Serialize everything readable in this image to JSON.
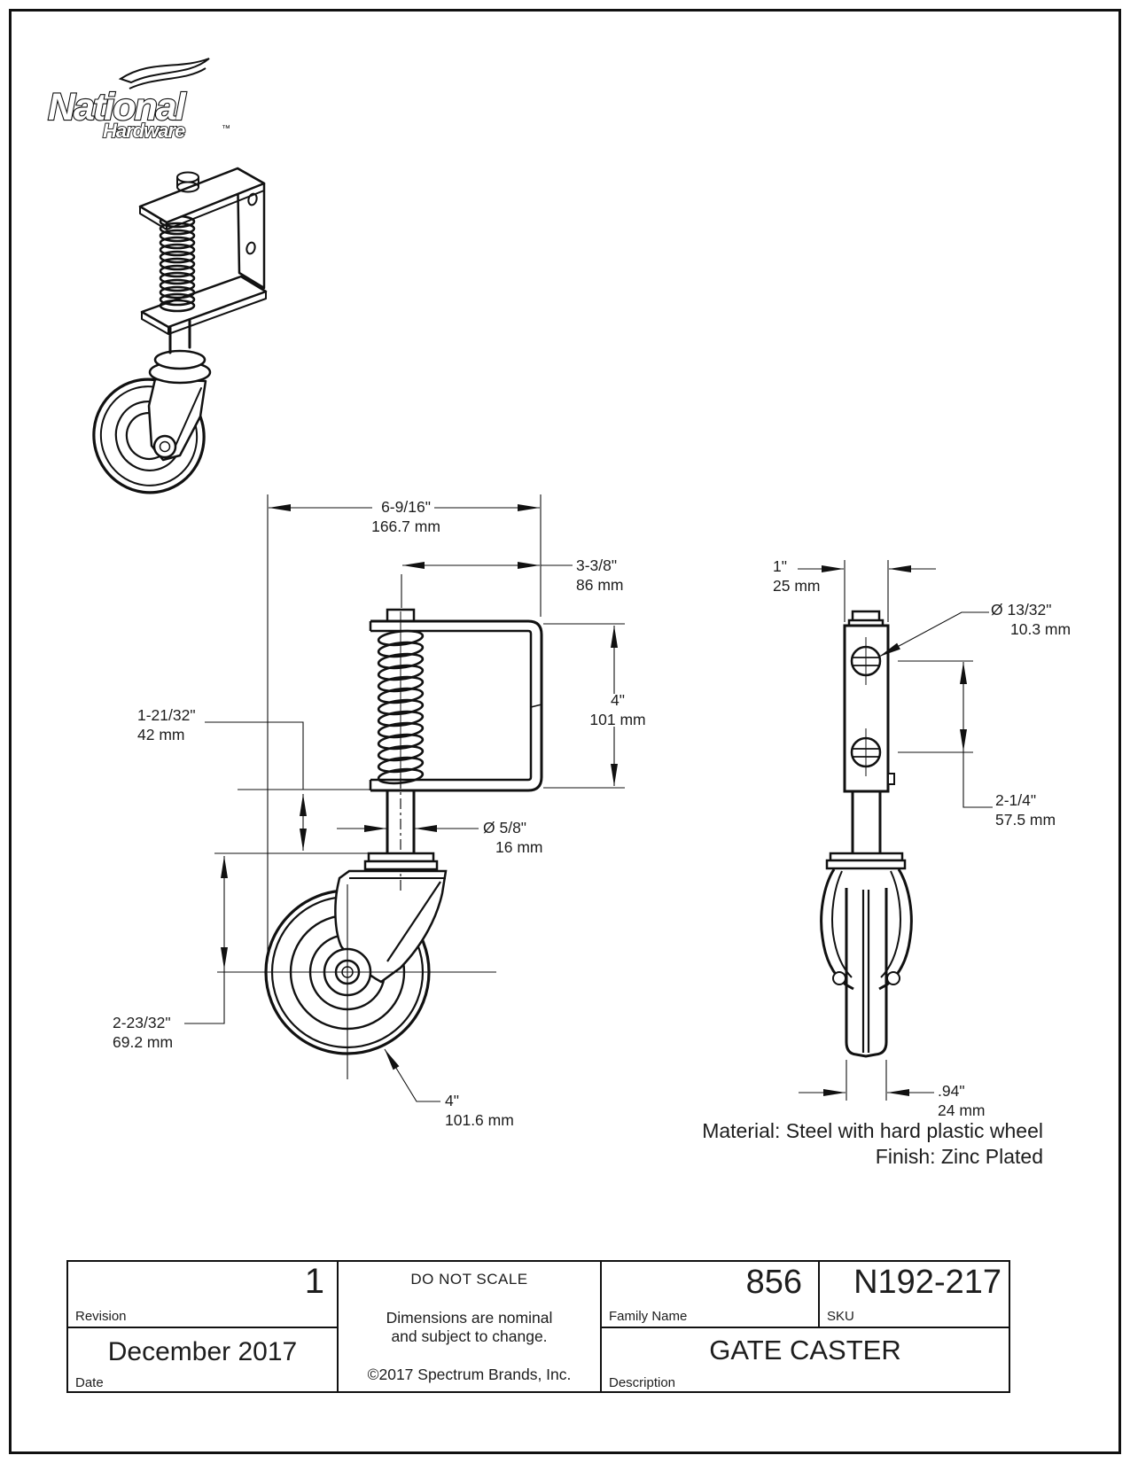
{
  "colors": {
    "ink": "#111111",
    "paper": "#ffffff"
  },
  "logo": {
    "brand": "National",
    "sub": "Hardware",
    "tm": "™"
  },
  "views": {
    "front": {
      "dims": {
        "overall_width": {
          "in": "6-9/16\"",
          "mm": "166.7 mm"
        },
        "bracket_width": {
          "in": "3-3/8\"",
          "mm": "86 mm"
        },
        "bracket_height": {
          "in": "4\"",
          "mm": "101 mm"
        },
        "spring_travel": {
          "in": "1-21/32\"",
          "mm": "42 mm"
        },
        "stem_diameter": {
          "in": "Ø 5/8\"",
          "mm": "16 mm"
        },
        "swivel_height": {
          "in": "2-23/32\"",
          "mm": "69.2 mm"
        },
        "wheel_diameter": {
          "in": "4\"",
          "mm": "101.6 mm"
        }
      }
    },
    "side": {
      "dims": {
        "plate_width": {
          "in": "1\"",
          "mm": "25 mm"
        },
        "hole_diameter": {
          "in": "Ø 13/32\"",
          "mm": "10.3 mm"
        },
        "hole_spacing": {
          "in": "2-1/4\"",
          "mm": "57.5 mm"
        },
        "wheel_width": {
          "in": ".94\"",
          "mm": "24 mm"
        }
      }
    }
  },
  "notes": {
    "material": "Material: Steel with hard plastic wheel",
    "finish": "Finish: Zinc Plated"
  },
  "title_block": {
    "revision": {
      "label": "Revision",
      "value": "1"
    },
    "date": {
      "label": "Date",
      "value": "December 2017"
    },
    "scale_note": "DO NOT SCALE",
    "disclaimer_line1": "Dimensions are nominal",
    "disclaimer_line2": "and subject to change.",
    "copyright": "©2017 Spectrum Brands, Inc.",
    "family": {
      "label": "Family Name",
      "value": "856"
    },
    "sku": {
      "label": "SKU",
      "value": "N192-217"
    },
    "description": {
      "label": "Description",
      "value": "GATE CASTER"
    }
  }
}
